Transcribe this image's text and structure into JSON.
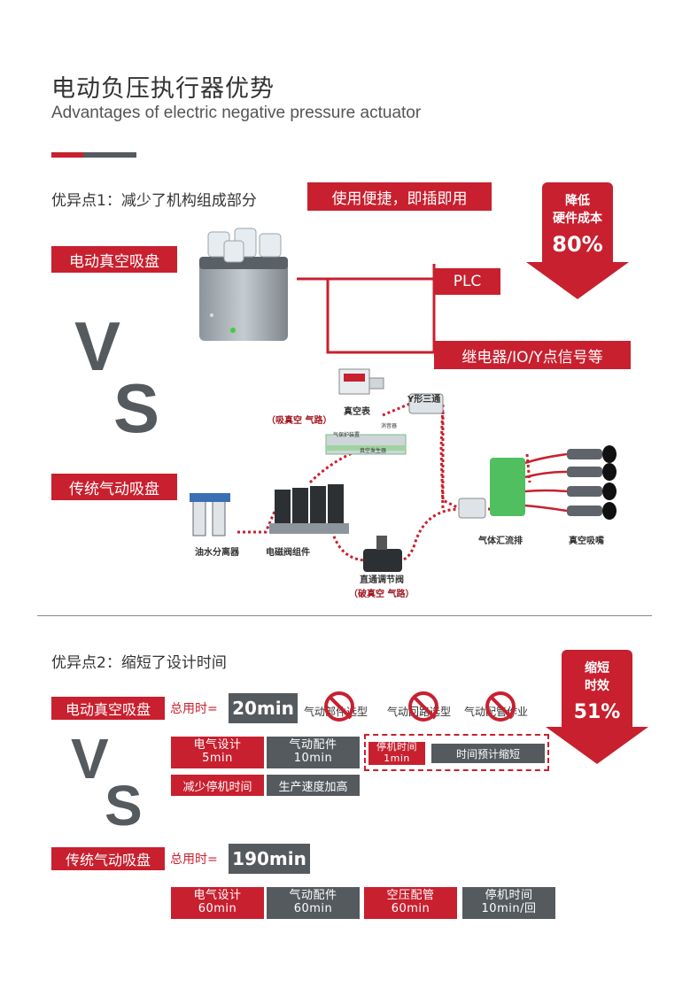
{
  "header": {
    "title_cn": "电动负压执行器优势",
    "title_en": "Advantages of electric negative pressure actuator"
  },
  "section1": {
    "heading": "优异点1：减少了机构组成部分",
    "highlight": "使用便捷，即插即用",
    "electric_label": "电动真空吸盘",
    "traditional_label": "传统气动吸盘",
    "plc": "PLC",
    "relay": "继电器/IO/Y点信号等",
    "badge": {
      "line1": "降低",
      "line2": "硬件成本",
      "value": "80%"
    },
    "vs_v": "V",
    "vs_s": "S",
    "diagram": {
      "vacuum_gauge": "真空表",
      "y_tee": "Y形三通",
      "suction_path": "（吸真空 气路）",
      "air_saver": "气保护装置",
      "vacuum_generator": "真空发生器",
      "silencer": "消音器",
      "oil_water": "油水分离器",
      "solenoid": "电磁阀组件",
      "manifold": "气体汇流排",
      "nozzle": "真空吸嘴",
      "valve": "直通调节阀",
      "break_path": "（破真空 气路）"
    }
  },
  "section2": {
    "heading": "优异点2：缩短了设计时间",
    "badge": {
      "line1": "缩短",
      "line2": "时效",
      "value": "51%"
    },
    "electric": {
      "label": "电动真空吸盘",
      "total_label": "总用时=",
      "total": "20min",
      "no_items": [
        "气动部件选型",
        "气动回路选型",
        "气动配管作业"
      ],
      "cells": [
        {
          "name": "电气设计",
          "time": "5min"
        },
        {
          "name": "气动配件",
          "time": "10min"
        },
        {
          "name": "停机时间",
          "time": "1min"
        }
      ],
      "note": "时间预计缩短",
      "benefit1": "减少停机时间",
      "benefit2": "生产速度加高"
    },
    "traditional": {
      "label": "传统气动吸盘",
      "total_label": "总用时=",
      "total": "190min",
      "cells": [
        {
          "name": "电气设计",
          "time": "60min"
        },
        {
          "name": "气动配件",
          "time": "60min"
        },
        {
          "name": "空压配管",
          "time": "60min"
        },
        {
          "name": "停机时间",
          "time": "10min/回"
        }
      ]
    },
    "vs_v": "V",
    "vs_s": "S"
  },
  "colors": {
    "accent": "#c8202f",
    "dark": "#555a5e"
  }
}
